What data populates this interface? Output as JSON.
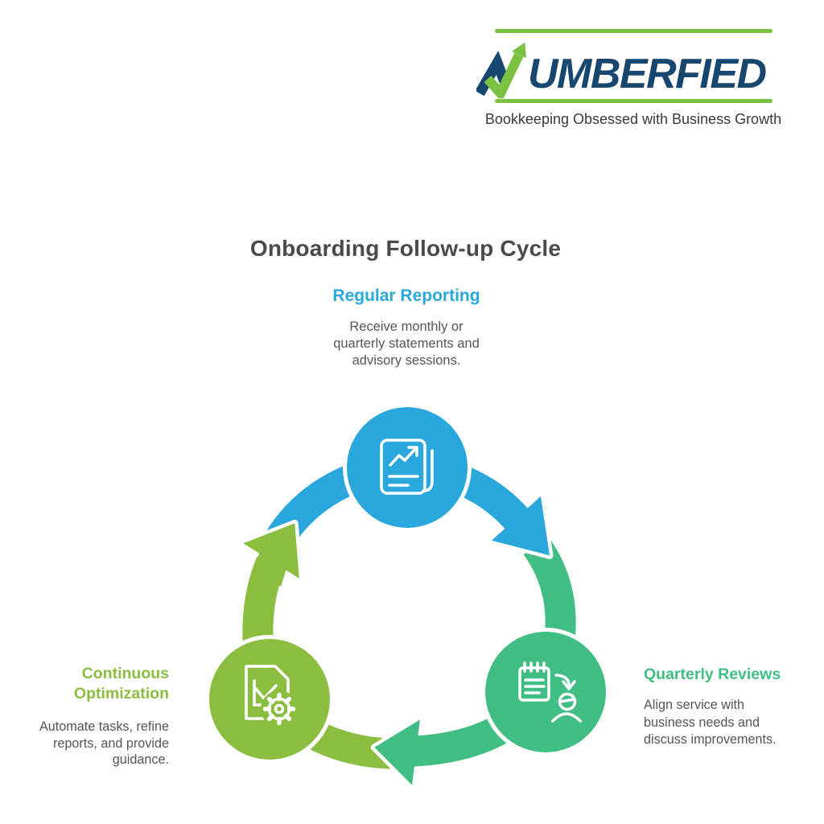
{
  "logo": {
    "brand": "NUMBERFIED",
    "brand_rest": "UMBERFIED",
    "tagline": "Bookkeeping Obsessed with Business Growth",
    "navy": "#17466F",
    "green": "#7CC242"
  },
  "title": "Onboarding Follow-up Cycle",
  "steps": [
    {
      "label": "Regular Reporting",
      "color": "#2AA7DC",
      "icon": "report-document-icon",
      "desc_lines": [
        "Receive monthly or",
        "quarterly statements and",
        "advisory sessions."
      ]
    },
    {
      "label": "Quarterly Reviews",
      "color": "#41BE83",
      "icon": "checklist-person-icon",
      "desc_lines": [
        "Align service with",
        "business needs and",
        "discuss improvements."
      ]
    },
    {
      "label": "Continuous Optimization",
      "color": "#8BBE40",
      "icon": "document-gear-icon",
      "desc_lines": [
        "Automate tasks, refine",
        "reports, and provide",
        "guidance."
      ]
    }
  ],
  "colors": {
    "blue": "#2AA7DC",
    "green": "#41BE83",
    "lime": "#8BBE40",
    "title_text": "#4A4A4C",
    "body_text": "#55555A",
    "background": "#FFFFFF"
  }
}
